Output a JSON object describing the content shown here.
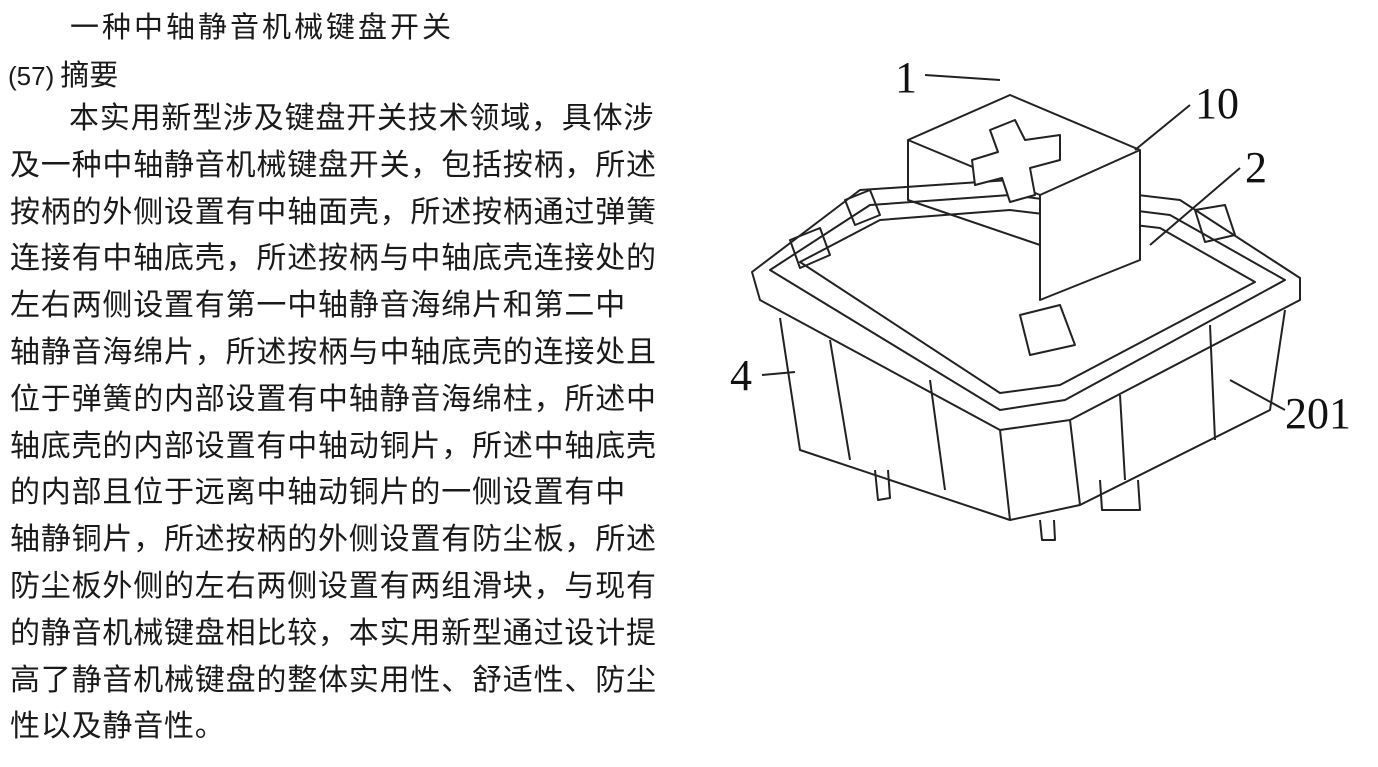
{
  "document": {
    "title": "一种中轴静音机械键盘开关",
    "section_number": "(57)",
    "section_title": "摘要",
    "abstract_lines": [
      "本实用新型涉及键盘开关技术领域，具体涉",
      "及一种中轴静音机械键盘开关，包括按柄，所述",
      "按柄的外侧设置有中轴面壳，所述按柄通过弹簧",
      "连接有中轴底壳，所述按柄与中轴底壳连接处的",
      "左右两侧设置有第一中轴静音海绵片和第二中",
      "轴静音海绵片，所述按柄与中轴底壳的连接处且",
      "位于弹簧的内部设置有中轴静音海绵柱，所述中",
      "轴底壳的内部设置有中轴动铜片，所述中轴底壳",
      "的内部且位于远离中轴动铜片的一侧设置有中",
      "轴静铜片，所述按柄的外侧设置有防尘板，所述",
      "防尘板外侧的左右两侧设置有两组滑块，与现有",
      "的静音机械键盘相比较，本实用新型通过设计提",
      "高了静音机械键盘的整体实用性、舒适性、防尘",
      "性以及静音性。"
    ]
  },
  "figure": {
    "labels": [
      "1",
      "10",
      "2",
      "4",
      "201"
    ]
  }
}
